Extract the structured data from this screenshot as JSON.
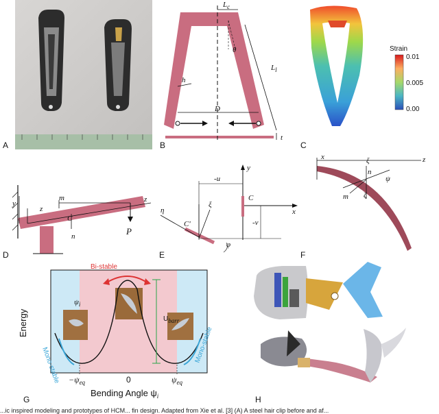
{
  "panels": {
    "A": {
      "label": "A"
    },
    "B": {
      "label": "B",
      "labels": {
        "Lc": "L",
        "Lc_sub": "c",
        "Ll": "L",
        "Ll_sub": "l",
        "theta": "θ",
        "h": "h",
        "D": "D",
        "t": "t"
      }
    },
    "C": {
      "label": "C",
      "colorbar_title": "Strain",
      "ticks": [
        "0.01",
        "0.005",
        "0.00"
      ]
    },
    "D": {
      "label": "D",
      "labels": {
        "y": "y",
        "z": "z",
        "m": "m",
        "C": "C",
        "n": "n",
        "P": "P"
      }
    },
    "E": {
      "label": "E",
      "labels": {
        "y": "y",
        "u": "-u",
        "xi": "ξ",
        "C": "C",
        "x": "x",
        "eta": "η",
        "Cp": "C'",
        "v": "-v",
        "phi": "φ"
      }
    },
    "F": {
      "label": "F",
      "labels": {
        "x": "x",
        "z": "z",
        "xi": "ξ",
        "n": "n",
        "psi": "ψ",
        "m": "m",
        "zeta": "ζ"
      }
    },
    "G": {
      "label": "G",
      "ylabel": "Energy",
      "xlabel": "Bending Angle ψ",
      "xlabel_sub": "i",
      "ticks": [
        "−ψ",
        "0",
        "ψ"
      ],
      "tick_sub": "eq",
      "bistable": "Bi-stable",
      "monostable_l": "Mono-stable",
      "monostable_r": "Mono-stable",
      "ubarr": "U",
      "ubarr_sub": "barr",
      "psi_i": "ψ",
      "psi_i_sub": "i"
    },
    "H": {
      "label": "H"
    }
  },
  "colors": {
    "beam": "#c96d80",
    "bi_stable": "#f3c9cf",
    "mono_stable": "#cde9f6",
    "arrow": "#d33",
    "ubarr": "#2aa54a",
    "mono_text": "#3aa6d8"
  },
  "caption": "...ic inspired modeling and prototypes of HCM... fin design. Adapted from Xie et al. [3] (A) A steel hair clip before and af..."
}
